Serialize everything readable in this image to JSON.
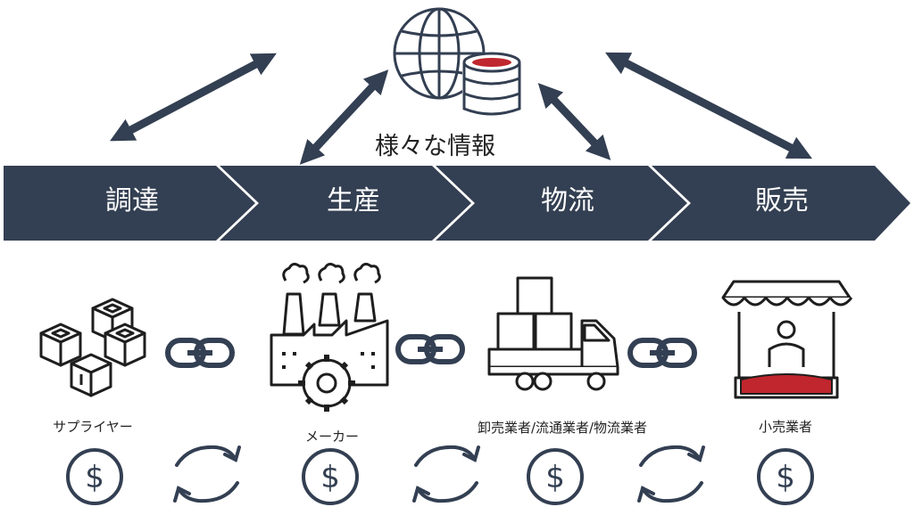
{
  "center": {
    "title": "様々な情報",
    "icon": "globe-database-icon"
  },
  "stages": [
    {
      "label": "調達"
    },
    {
      "label": "生産"
    },
    {
      "label": "物流"
    },
    {
      "label": "販売"
    }
  ],
  "actors": [
    {
      "label": "サプライヤー",
      "icon": "boxes-icon"
    },
    {
      "label": "メーカー",
      "icon": "factory-icon"
    },
    {
      "label": "卸売業者/流通業者/物流業者",
      "icon": "truck-icon"
    },
    {
      "label": "小売業者",
      "icon": "shop-icon"
    }
  ],
  "colors": {
    "navy": "#333f52",
    "accent_red": "#c0262d",
    "white": "#ffffff"
  }
}
